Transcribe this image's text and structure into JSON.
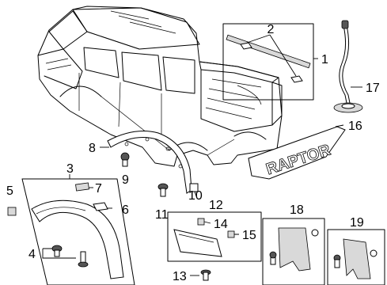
{
  "callouts": {
    "c1": "1",
    "c2": "2",
    "c3": "3",
    "c4": "4",
    "c5": "5",
    "c6": "6",
    "c7": "7",
    "c8": "8",
    "c9": "9",
    "c10": "10",
    "c11": "11",
    "c12": "12",
    "c13": "13",
    "c14": "14",
    "c15": "15",
    "c16": "16",
    "c17": "17",
    "c18": "18",
    "c19": "19"
  },
  "tailgate_emblem": {
    "text": "RAPTOR"
  }
}
